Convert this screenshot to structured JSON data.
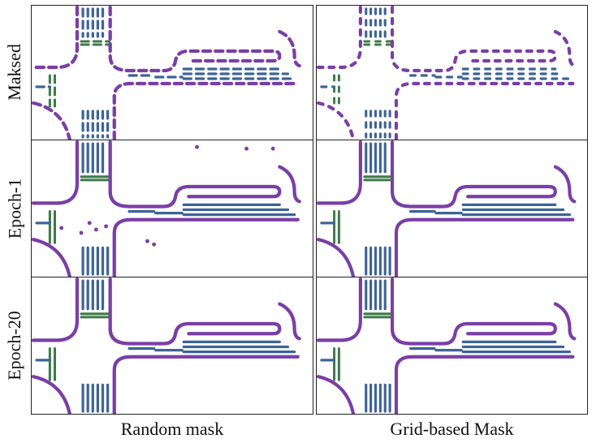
{
  "rows": [
    "Maksed",
    "Epoch-1",
    "Epoch-20"
  ],
  "columns": [
    "Random mask",
    "Grid-based Mask"
  ],
  "colors": {
    "road_boundary": "#7a3fa6",
    "lane_divider": "#3e6496",
    "pedestrian_crossing": "#3d7a48"
  }
}
